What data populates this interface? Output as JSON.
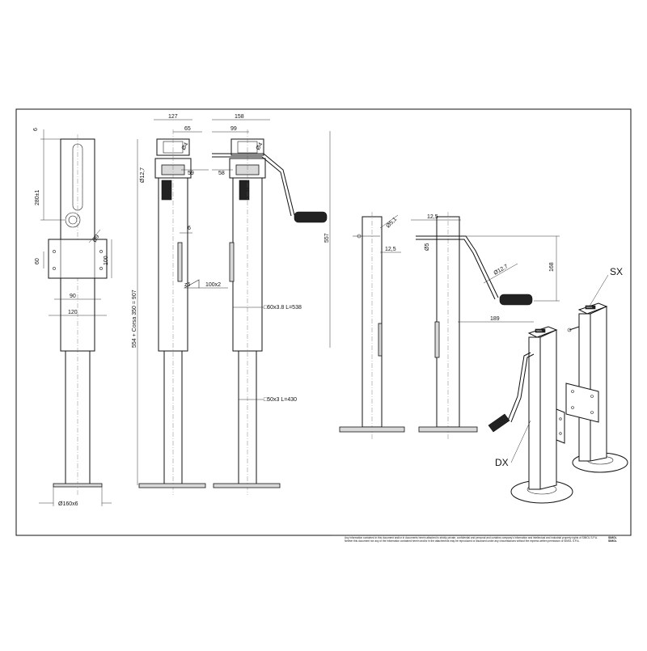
{
  "dimensions": {
    "d6": "6",
    "d280": "280±1",
    "d9": "Ø9",
    "d60": "60",
    "d100": "100",
    "d90": "90",
    "d120": "120",
    "d160": "Ø160x6",
    "d554": "554 + Corsa 350 = 907",
    "d127": "127",
    "d65": "65",
    "d4a": "Ø4",
    "d127b": "Ø12,7",
    "d59": "59",
    "d6b": "6",
    "dz5": "z5",
    "d100x2": "100x2",
    "d158": "158",
    "d99": "99",
    "d4b": "Ø4",
    "d58": "58",
    "d60x38": "□60x3.8  L=538",
    "d50x3": "□50x3  L=430",
    "d557": "557",
    "d51": "Ø5,1",
    "d125a": "12,5",
    "d125b": "12,5",
    "d5": "Ø5",
    "d127c": "Ø12,7",
    "d168": "168",
    "d189": "189"
  },
  "labels": {
    "sx": "SX",
    "dx": "DX",
    "brand_a": "SIMOL",
    "brand_b": "SIMOL",
    "brand_c": "SIMOL",
    "brand_d": "SIMOL"
  },
  "footer": {
    "line1": "Any information contained in this document and/or in documents herein attached is strictly private, confidential and personal and contains company's information and intellectual and industrial property rights of SIMOL S.P.A.",
    "line2": "Neither this document nor any of the information contained herein and/or in the attachments may be reproduced or disclosed under any circumstances without the express written permission of SIMOL S.P.A."
  }
}
